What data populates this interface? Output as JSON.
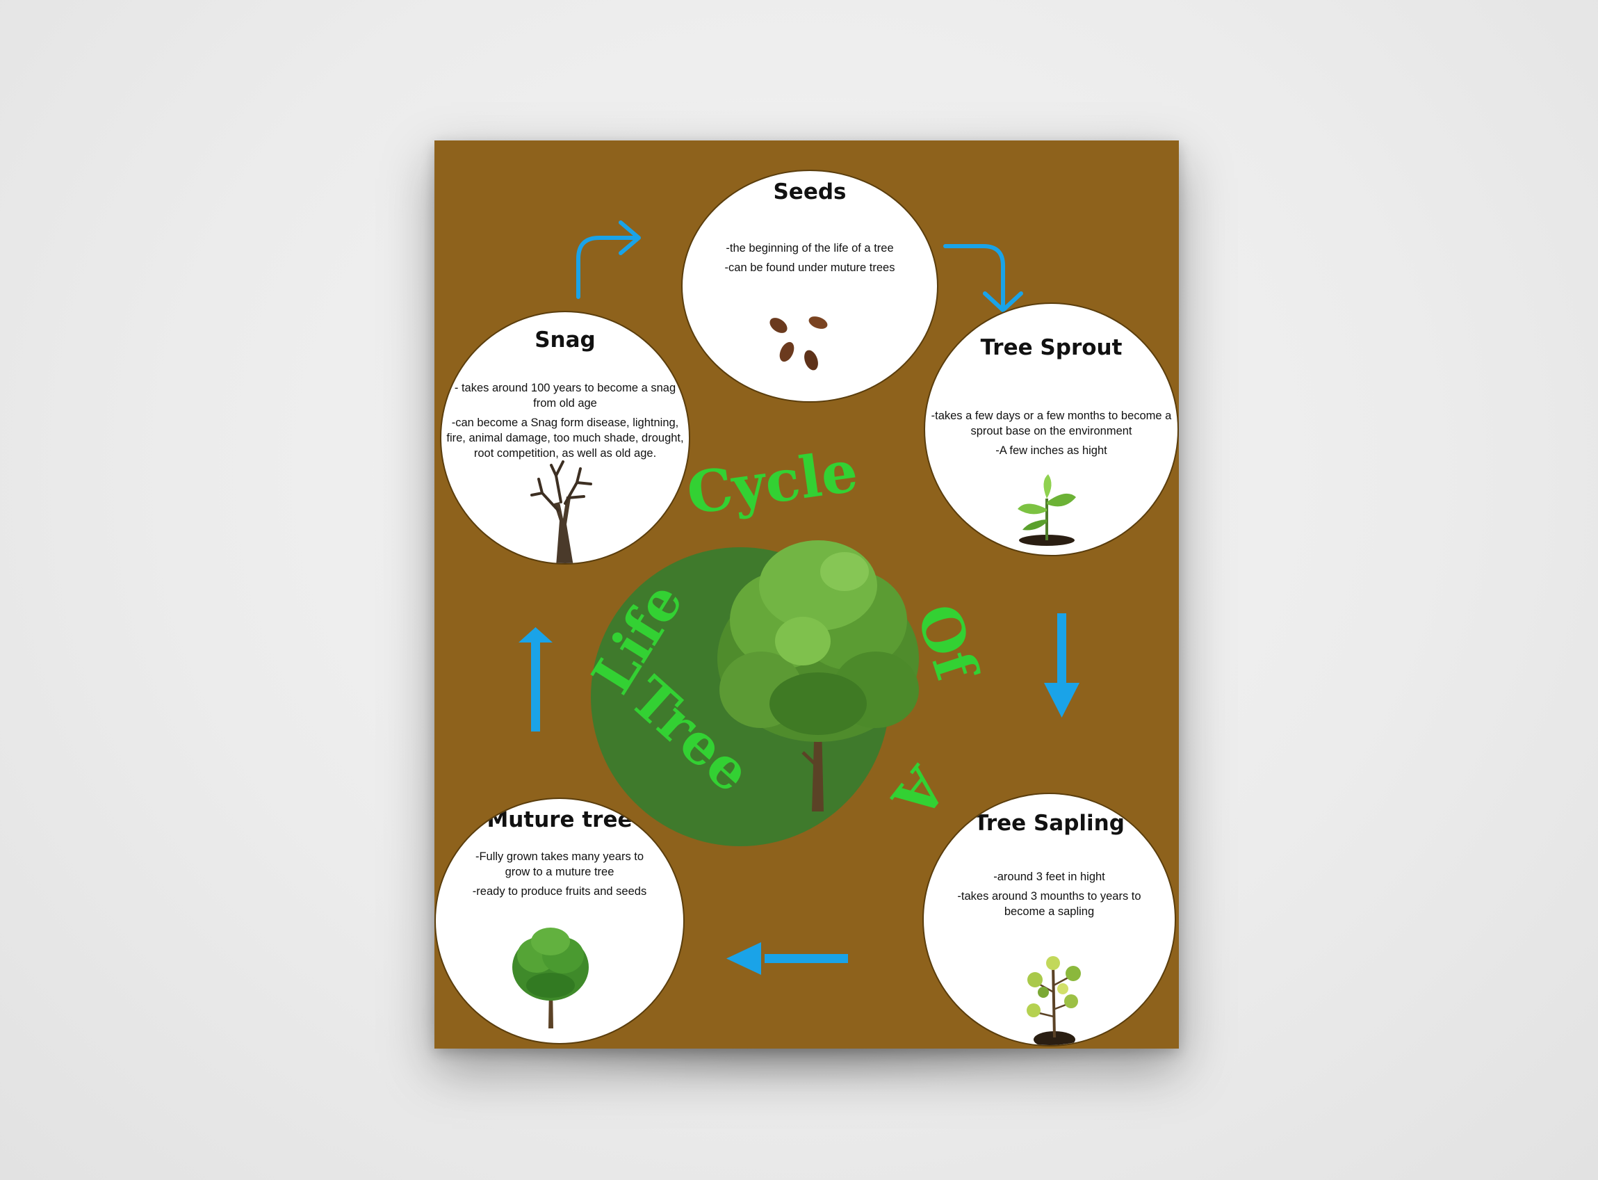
{
  "title": {
    "words": [
      "Life",
      "Cycle",
      "Of",
      "A",
      "Tree"
    ]
  },
  "colors": {
    "poster_bg": "#8e621c",
    "center_circle": "#3f7a2c",
    "title_text": "#33d133",
    "arrow": "#1aa3e8",
    "stage_bg": "#ffffff"
  },
  "stages": {
    "seeds": {
      "title": "Seeds",
      "lines": [
        "-the beginning of the life of a tree",
        "-can be found under muture trees"
      ],
      "icon": "seeds-icon"
    },
    "sprout": {
      "title": "Tree Sprout",
      "lines": [
        "-takes a few days or a few months to become a sprout base on the environment",
        "-A few inches as hight"
      ],
      "icon": "sprout-icon"
    },
    "sapling": {
      "title": "Tree Sapling",
      "lines": [
        "-around 3 feet in hight",
        "-takes around 3 mounths to years to become a sapling"
      ],
      "icon": "sapling-icon"
    },
    "mature": {
      "title": "Muture tree",
      "lines": [
        "-Fully grown takes many years to grow to a muture tree",
        "-ready to produce fruits and seeds"
      ],
      "icon": "mature-tree-icon"
    },
    "snag": {
      "title": "Snag",
      "lines": [
        "- takes around 100 years to become a snag from old age",
        "-can become a Snag form disease, lightning, fire, animal damage, too much shade, drought, root competition, as well as old age."
      ],
      "icon": "snag-icon"
    }
  },
  "arrows": [
    "snag-to-seeds-arrow",
    "seeds-to-sprout-arrow",
    "sprout-to-sapling-arrow",
    "sapling-to-mature-arrow",
    "mature-to-snag-arrow"
  ]
}
